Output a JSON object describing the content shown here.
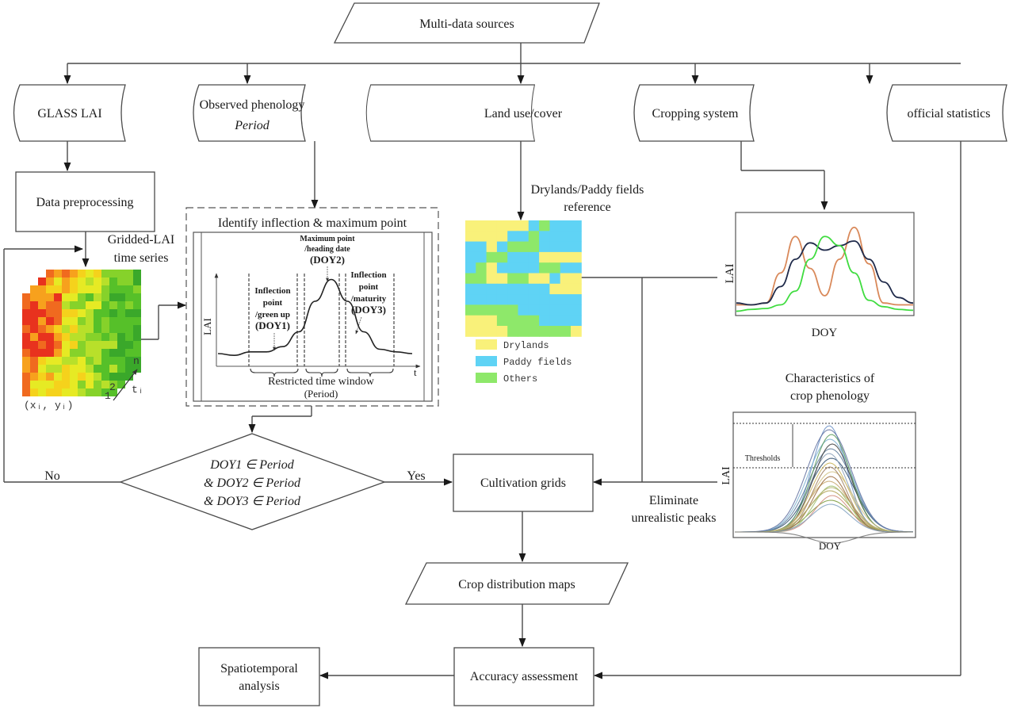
{
  "nodes": {
    "multi_data_sources": "Multi-data sources",
    "glass_lai": "GLASS LAI",
    "observed_phenology": "Observed phenology",
    "observed_phenology_sub": "Period",
    "land_use_cover": "Land use/cover",
    "cropping_system": "Cropping system",
    "official_statistics": "official statistics",
    "data_preprocessing": "Data preprocessing",
    "cultivation_grids": "Cultivation grids",
    "crop_distribution_maps": "Crop distribution maps",
    "accuracy_assessment": "Accuracy assessment",
    "spatiotemporal_analysis_1": "Spatiotemporal",
    "spatiotemporal_analysis_2": "analysis"
  },
  "decision": {
    "line1": "DOY1 ∈ Period",
    "line2": "& DOY2 ∈ Period",
    "line3": "& DOY3 ∈ Period",
    "no_label": "No",
    "yes_label": "Yes"
  },
  "grid_series": {
    "label1": "Gridded-LAI",
    "label2": "time series",
    "coord_label": "(xᵢ, yᵢ)",
    "t_label": "tᵢ",
    "layer_labels": [
      "1",
      "2",
      "n"
    ]
  },
  "phenology_panel": {
    "title": "Identify inflection & maximum point",
    "y_axis": "LAI",
    "x_axis": "t",
    "max_point": [
      "Maximum point",
      "/heading date",
      "(DOY2)"
    ],
    "inflection_green": [
      "Inflection",
      "point",
      "/green up",
      "(DOY1)"
    ],
    "inflection_maturity": [
      "Inflection",
      "point",
      "/maturity",
      "(DOY3)"
    ],
    "window_label": "Restricted time window",
    "window_sub": "(Period)"
  },
  "landuse_map": {
    "caption1": "Drylands/Paddy fields",
    "caption2": "reference",
    "legend": [
      {
        "label": "Drylands",
        "color": "#f9f17a"
      },
      {
        "label": "Paddy fields",
        "color": "#5fd3f5"
      },
      {
        "label": "Others",
        "color": "#8ee86a"
      }
    ],
    "cells": [
      "DDDDDDPGPPP",
      "DDDDPPGPPPP",
      "PPDPGGGPPPP",
      "PPGGPPPDDDD",
      "PGDPPPPGGPP",
      "GGDDGGDDPDD",
      "PPPPPPPPDDD",
      "PPPPPPPPPPP",
      "GGGGGPPPPPP",
      "DDDGGGGPPPP",
      "DDDDGGGGGGD"
    ]
  },
  "cropping_chart": {
    "y_axis": "LAI",
    "x_axis": "DOY",
    "series_colors": [
      "#d9895a",
      "#1f2a4a",
      "#3fdc3f"
    ]
  },
  "characteristics_chart": {
    "title1": "Characteristics of",
    "title2": "crop phenology",
    "y_axis": "LAI",
    "x_axis": "DOY",
    "threshold_label": "Thresholds",
    "side_label1": "Eliminate",
    "side_label2": "unrealistic peaks"
  },
  "chart_data": [
    {
      "type": "line",
      "title": "Identify inflection & maximum point",
      "xlabel": "t",
      "ylabel": "LAI",
      "series": [
        {
          "name": "LAI curve",
          "x": [
            0,
            1,
            2,
            3,
            4,
            5,
            6,
            7,
            8,
            9,
            10,
            11,
            12
          ],
          "values": [
            0.1,
            0.08,
            0.12,
            0.12,
            0.18,
            0.35,
            0.7,
            0.95,
            0.7,
            0.35,
            0.15,
            0.12,
            0.1
          ]
        }
      ],
      "annotations": [
        "Maximum point /heading date (DOY2)",
        "Inflection point /green up (DOY1)",
        "Inflection point /maturity (DOY3)",
        "Restricted time window (Period)"
      ]
    },
    {
      "type": "line",
      "title": "",
      "xlabel": "DOY",
      "ylabel": "LAI",
      "series": [
        {
          "name": "orange",
          "values": [
            0.1,
            0.1,
            0.12,
            0.45,
            0.85,
            0.5,
            0.2,
            0.6,
            0.95,
            0.55,
            0.12,
            0.1,
            0.1
          ]
        },
        {
          "name": "navy",
          "values": [
            0.12,
            0.1,
            0.12,
            0.3,
            0.6,
            0.78,
            0.7,
            0.75,
            0.8,
            0.6,
            0.35,
            0.18,
            0.12
          ]
        },
        {
          "name": "green",
          "values": [
            0.03,
            0.05,
            0.06,
            0.1,
            0.25,
            0.6,
            0.85,
            0.75,
            0.45,
            0.15,
            0.08,
            0.05,
            0.04
          ]
        }
      ]
    },
    {
      "type": "line",
      "title": "Characteristics of crop phenology",
      "xlabel": "DOY",
      "ylabel": "LAI",
      "series_count": 20,
      "annotations": [
        "Thresholds"
      ]
    }
  ]
}
